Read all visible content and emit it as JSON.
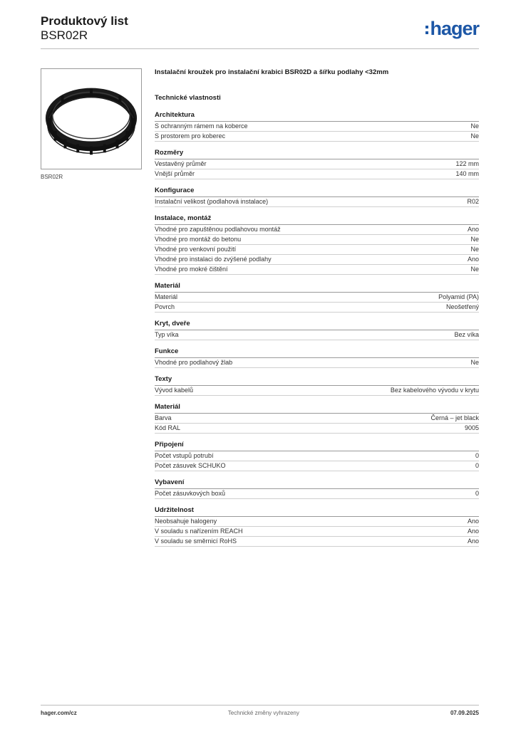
{
  "header": {
    "title": "Produktový list",
    "code": "BSR02R",
    "logo": "hager",
    "brand_color": "#1d57a6"
  },
  "image": {
    "caption": "BSR02R"
  },
  "product_description": "Instalační kroužek pro instalační krabici BSR02D a šířku podlahy <32mm",
  "tech_heading": "Technické vlastnosti",
  "sections": [
    {
      "title": "Architektura",
      "rows": [
        {
          "label": "S ochranným rámem na koberce",
          "value": "Ne"
        },
        {
          "label": "S prostorem pro koberec",
          "value": "Ne"
        }
      ]
    },
    {
      "title": "Rozměry",
      "rows": [
        {
          "label": "Vestavěný průměr",
          "value": "122 mm"
        },
        {
          "label": "Vnější průměr",
          "value": "140 mm"
        }
      ]
    },
    {
      "title": "Konfigurace",
      "rows": [
        {
          "label": "Instalační velikost (podlahová instalace)",
          "value": "R02"
        }
      ]
    },
    {
      "title": "Instalace, montáž",
      "rows": [
        {
          "label": "Vhodné pro zapuštěnou podlahovou montáž",
          "value": "Ano"
        },
        {
          "label": "Vhodné pro montáž do betonu",
          "value": "Ne"
        },
        {
          "label": "Vhodné pro venkovní použití",
          "value": "Ne"
        },
        {
          "label": "Vhodné pro instalaci do zvýšené podlahy",
          "value": "Ano"
        },
        {
          "label": "Vhodné pro mokré čištění",
          "value": "Ne"
        }
      ]
    },
    {
      "title": "Materiál",
      "rows": [
        {
          "label": "Materiál",
          "value": "Polyamid (PA)"
        },
        {
          "label": "Povrch",
          "value": "Neošetřený"
        }
      ]
    },
    {
      "title": "Kryt, dveře",
      "rows": [
        {
          "label": "Typ víka",
          "value": "Bez víka"
        }
      ]
    },
    {
      "title": "Funkce",
      "rows": [
        {
          "label": "Vhodné pro podlahový žlab",
          "value": "Ne"
        }
      ]
    },
    {
      "title": "Texty",
      "rows": [
        {
          "label": "Vývod kabelů",
          "value": "Bez kabelového vývodu v krytu"
        }
      ]
    },
    {
      "title": "Materiál",
      "rows": [
        {
          "label": "Barva",
          "value": "Černá – jet black"
        },
        {
          "label": "Kód RAL",
          "value": "9005"
        }
      ]
    },
    {
      "title": "Připojení",
      "rows": [
        {
          "label": "Počet vstupů potrubí",
          "value": "0"
        },
        {
          "label": "Počet zásuvek SCHUKO",
          "value": "0"
        }
      ]
    },
    {
      "title": "Vybavení",
      "rows": [
        {
          "label": "Počet zásuvkových boxů",
          "value": "0"
        }
      ]
    },
    {
      "title": "Udržitelnost",
      "rows": [
        {
          "label": "Neobsahuje halogeny",
          "value": "Ano"
        },
        {
          "label": "V souladu s nařízením REACH",
          "value": "Ano"
        },
        {
          "label": "V souladu se směrnicí RoHS",
          "value": "Ano"
        }
      ]
    }
  ],
  "footer": {
    "site": "hager.com/cz",
    "note": "Technické změny vyhrazeny",
    "date": "07.09.2025"
  }
}
